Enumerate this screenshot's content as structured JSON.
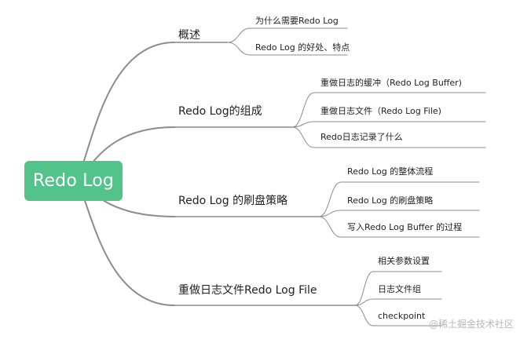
{
  "root": {
    "label": "Redo Log",
    "color": "#52c38a"
  },
  "line_color": "#8c8c8c",
  "branches": [
    {
      "label": "概述",
      "children": [
        {
          "label": "为什么需要Redo Log"
        },
        {
          "label": "Redo Log 的好处、特点"
        }
      ]
    },
    {
      "label": "Redo Log的组成",
      "children": [
        {
          "label": "重做日志的缓冲（Redo Log Buffer)"
        },
        {
          "label": "重做日志文件（Redo Log File)"
        },
        {
          "label": "Redo日志记录了什么"
        }
      ]
    },
    {
      "label": "Redo Log 的刷盘策略",
      "children": [
        {
          "label": "Redo Log 的整体流程"
        },
        {
          "label": "Redo Log 的刷盘策略"
        },
        {
          "label": "写入Redo Log Buffer 的过程"
        }
      ]
    },
    {
      "label": "重做日志文件Redo Log File",
      "children": [
        {
          "label": "相关参数设置"
        },
        {
          "label": "日志文件组"
        },
        {
          "label": "checkpoint"
        }
      ]
    }
  ],
  "watermark": "@稀土掘金技术社区"
}
